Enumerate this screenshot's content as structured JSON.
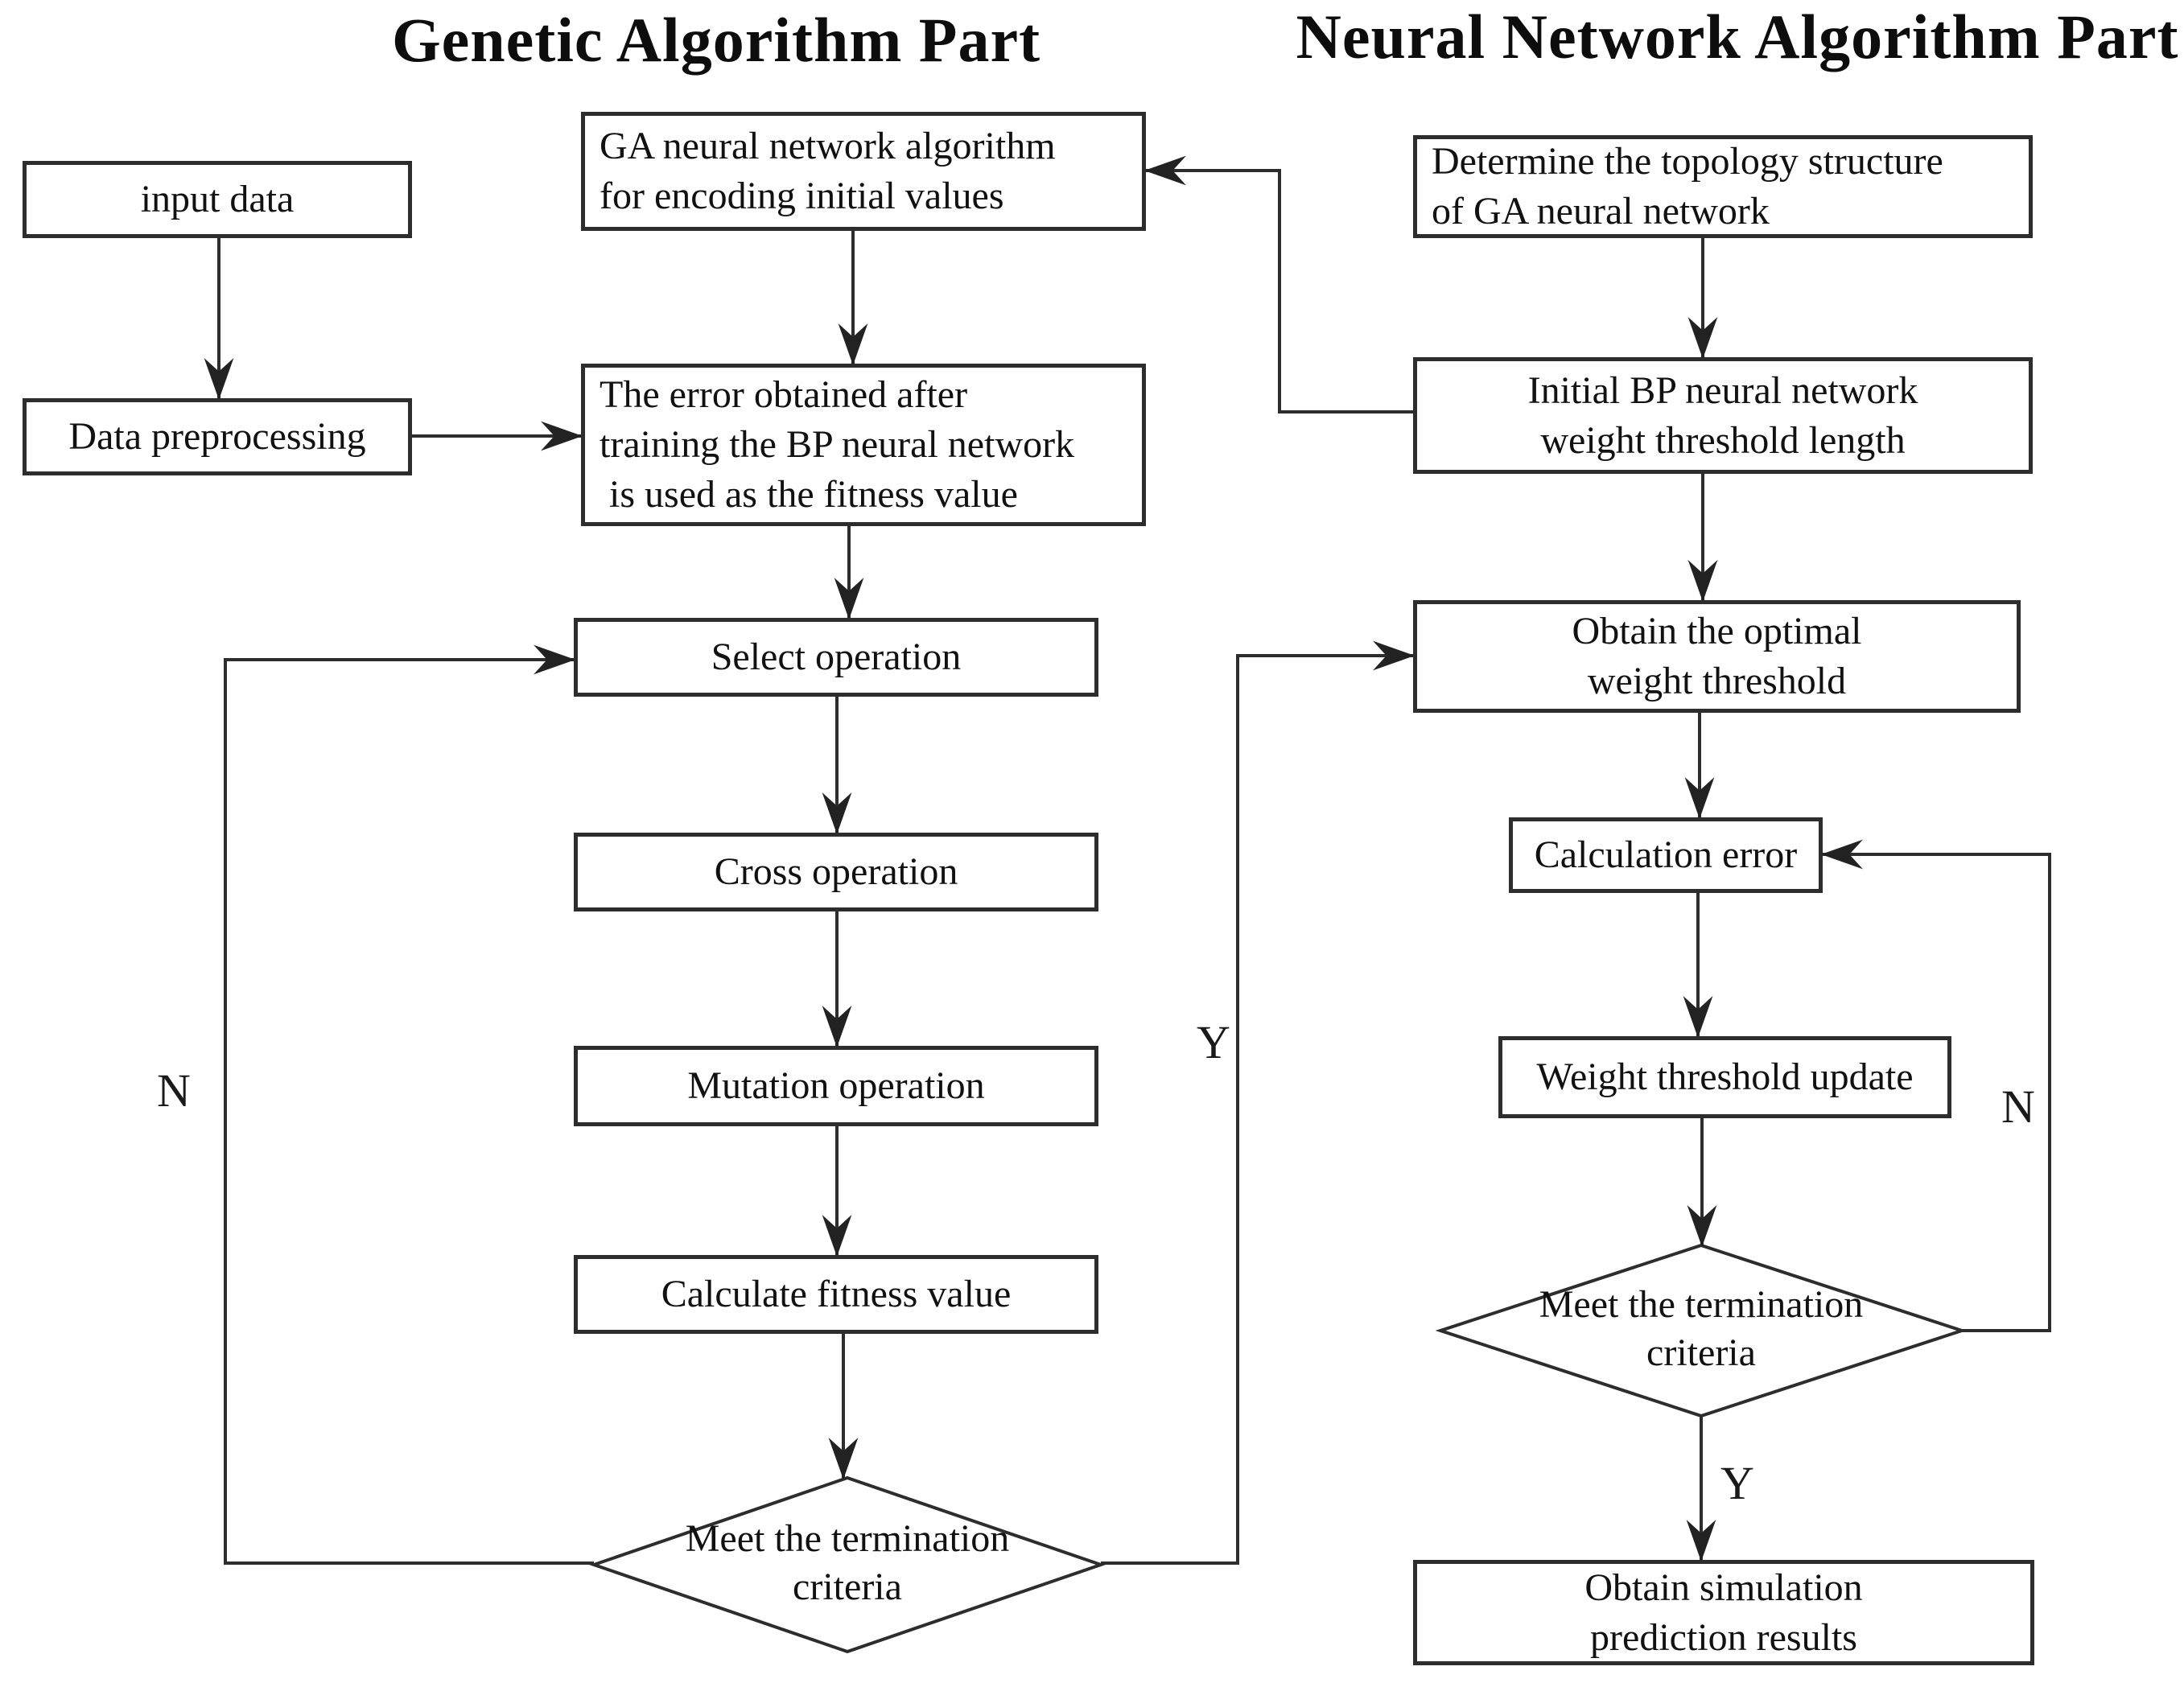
{
  "diagram": {
    "left_section_title": "Genetic Algorithm Part",
    "right_section_title": "Neural Network Algorithm Part",
    "colors": {
      "ink": "#2d2d2d",
      "background": "#ffffff"
    },
    "nodes": [
      {
        "id": "input-data",
        "type": "process",
        "lines": [
          "input data"
        ]
      },
      {
        "id": "data-preprocessing",
        "type": "process",
        "lines": [
          "Data preprocessing"
        ]
      },
      {
        "id": "ga-encoding",
        "type": "process",
        "lines": [
          "GA neural network algorithm",
          "for encoding initial values"
        ]
      },
      {
        "id": "fitness-error",
        "type": "process",
        "lines": [
          "The error obtained after",
          "training the BP neural network",
          " is used as the fitness value"
        ]
      },
      {
        "id": "select-operation",
        "type": "process",
        "lines": [
          "Select operation"
        ]
      },
      {
        "id": "cross-operation",
        "type": "process",
        "lines": [
          "Cross operation"
        ]
      },
      {
        "id": "mutation-operation",
        "type": "process",
        "lines": [
          "Mutation operation"
        ]
      },
      {
        "id": "calculate-fitness",
        "type": "process",
        "lines": [
          "Calculate fitness value"
        ]
      },
      {
        "id": "ga-termination",
        "type": "decision",
        "lines": [
          "Meet the termination",
          "criteria"
        ]
      },
      {
        "id": "determine-topology",
        "type": "process",
        "lines": [
          "Determine the topology structure",
          "of GA neural network"
        ]
      },
      {
        "id": "initial-bp",
        "type": "process",
        "lines": [
          "Initial BP neural network",
          "weight threshold length"
        ]
      },
      {
        "id": "obtain-optimal",
        "type": "process",
        "lines": [
          "Obtain the optimal",
          "weight threshold"
        ]
      },
      {
        "id": "calculation-error",
        "type": "process",
        "lines": [
          "Calculation error"
        ]
      },
      {
        "id": "weight-update",
        "type": "process",
        "lines": [
          "Weight threshold update"
        ]
      },
      {
        "id": "nn-termination",
        "type": "decision",
        "lines": [
          "Meet the termination",
          "criteria"
        ]
      },
      {
        "id": "obtain-results",
        "type": "process",
        "lines": [
          "Obtain simulation",
          "prediction results"
        ]
      }
    ],
    "edges": [
      {
        "from": "input-data",
        "to": "data-preprocessing"
      },
      {
        "from": "data-preprocessing",
        "to": "fitness-error"
      },
      {
        "from": "ga-encoding",
        "to": "fitness-error"
      },
      {
        "from": "fitness-error",
        "to": "select-operation"
      },
      {
        "from": "select-operation",
        "to": "cross-operation"
      },
      {
        "from": "cross-operation",
        "to": "mutation-operation"
      },
      {
        "from": "mutation-operation",
        "to": "calculate-fitness"
      },
      {
        "from": "calculate-fitness",
        "to": "ga-termination"
      },
      {
        "from": "ga-termination",
        "to": "select-operation",
        "label": "N"
      },
      {
        "from": "ga-termination",
        "to": "obtain-optimal",
        "label": "Y"
      },
      {
        "from": "determine-topology",
        "to": "initial-bp"
      },
      {
        "from": "initial-bp",
        "to": "ga-encoding"
      },
      {
        "from": "initial-bp",
        "to": "obtain-optimal"
      },
      {
        "from": "obtain-optimal",
        "to": "calculation-error"
      },
      {
        "from": "calculation-error",
        "to": "weight-update"
      },
      {
        "from": "weight-update",
        "to": "nn-termination"
      },
      {
        "from": "nn-termination",
        "to": "calculation-error",
        "label": "N"
      },
      {
        "from": "nn-termination",
        "to": "obtain-results",
        "label": "Y"
      }
    ]
  }
}
